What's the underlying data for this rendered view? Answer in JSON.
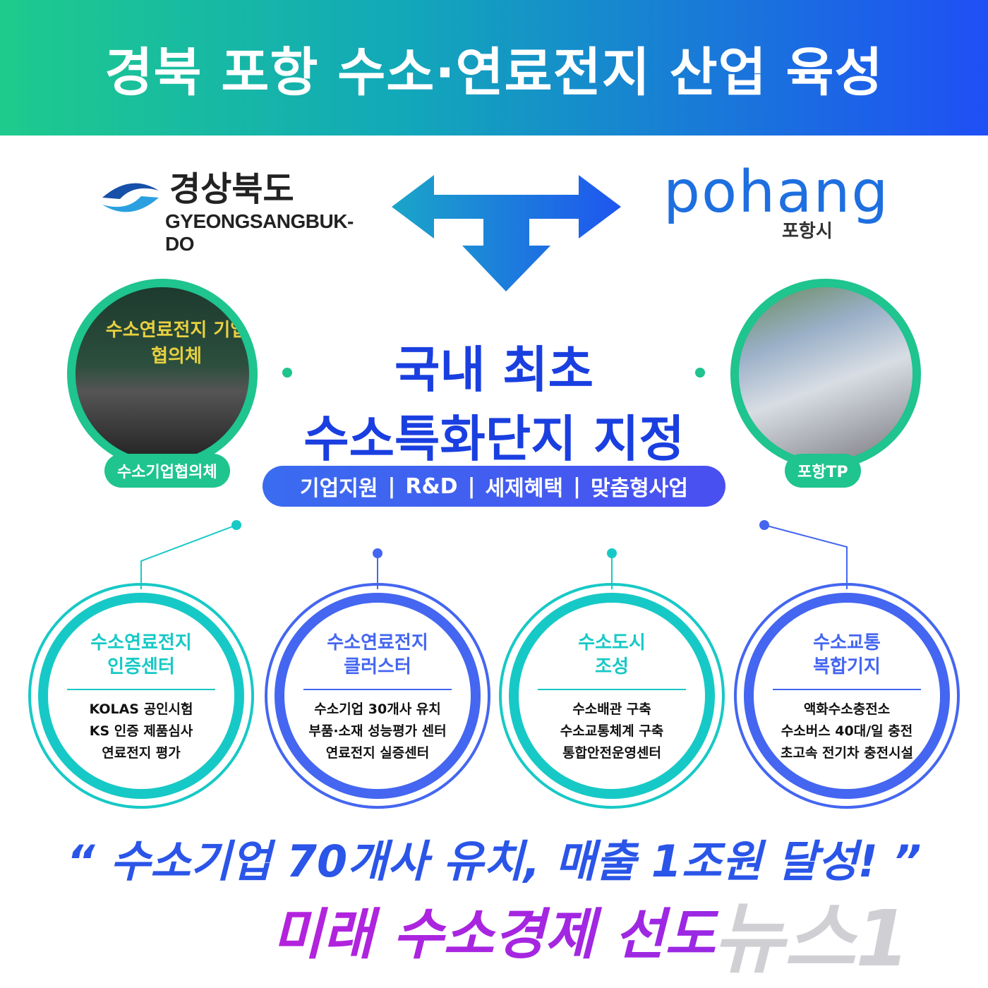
{
  "header": {
    "title": "경북 포항 수소·연료전지 산업 육성"
  },
  "logos": {
    "gyeongbuk_kr": "경상북도",
    "gyeongbuk_en": "GYEONGSANGBUK-DO",
    "pohang_en": "pohang",
    "pohang_kr": "포항시"
  },
  "photos": [
    {
      "label": "수소기업협의체",
      "caption": "수소연료전지 기업협의체"
    },
    {
      "label": "포항TP"
    }
  ],
  "center": {
    "line1": "국내 최초",
    "line2": "수소특화단지 지정",
    "tags": [
      "기업지원",
      "R&D",
      "세제혜택",
      "맞춤형사업"
    ],
    "sep": "|"
  },
  "circles": [
    {
      "title": [
        "수소연료전지",
        "인증센터"
      ],
      "items": [
        "KOLAS 공인시험",
        "KS 인증 제품심사",
        "연료전지 평가"
      ]
    },
    {
      "title": [
        "수소연료전지",
        "클러스터"
      ],
      "items": [
        "수소기업 30개사 유치",
        "부품·소재 성능평가 센터",
        "연료전지 실증센터"
      ]
    },
    {
      "title": [
        "수소도시",
        "조성"
      ],
      "items": [
        "수소배관 구축",
        "수소교통체계 구축",
        "통합안전운영센터"
      ]
    },
    {
      "title": [
        "수소교통",
        "복합기지"
      ],
      "items": [
        "액화수소충전소",
        "수소버스 40대/일 충전",
        "초고속 전기차 충전시설"
      ]
    }
  ],
  "bottom": {
    "quote": "“ 수소기업 70개사 유치, 매출 1조원 달성! ”",
    "lead": "미래 수소경제 선도"
  },
  "watermark": "뉴스1",
  "colors": {
    "green": "#1fc48e",
    "teal": "#17c9c6",
    "blue": "#4466f0",
    "title_blue": "#1a3fe0",
    "magenta": "#c41fd8"
  }
}
